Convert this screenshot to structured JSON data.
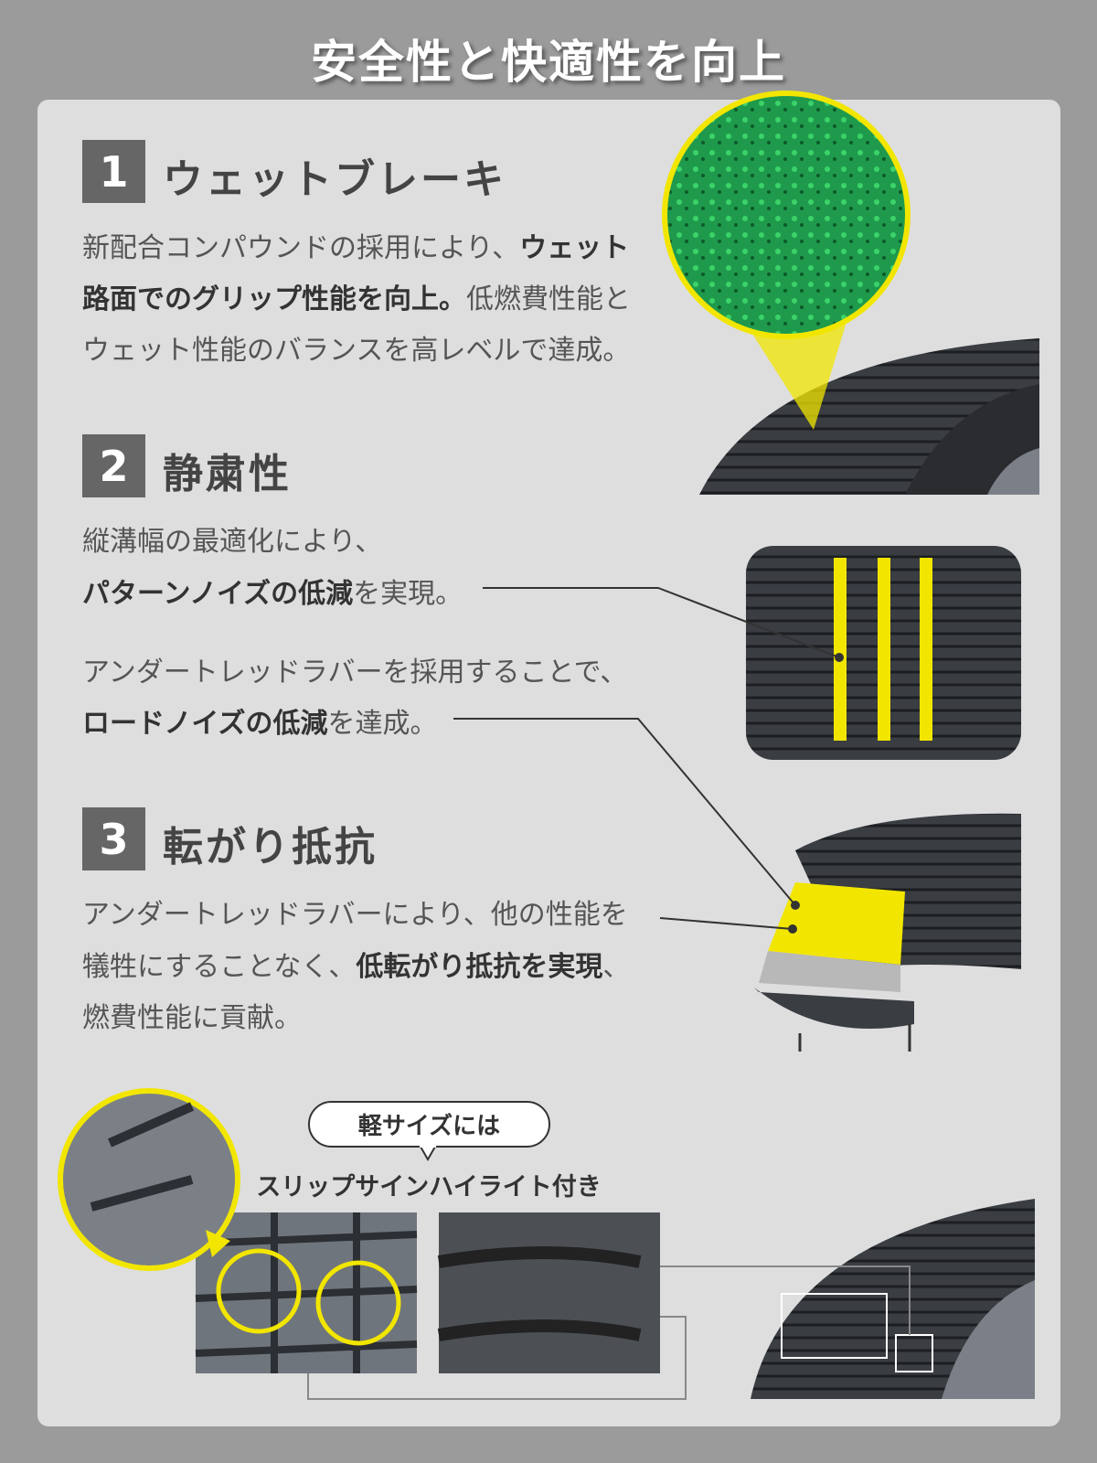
{
  "title": "安全性と快適性を向上",
  "sections": [
    {
      "number": "1",
      "heading": "ウェットブレーキ",
      "lines": [
        [
          "新配合コンパウンドの採用により、",
          "ウェット",
          ""
        ],
        [
          "",
          "路面でのグリップ性能を向上。",
          "低燃費性能と"
        ],
        [
          "ウェット性能のバランスを高レベルで達成。",
          "",
          ""
        ]
      ]
    },
    {
      "number": "2",
      "heading": "静粛性",
      "lines": [
        [
          "縦溝幅の最適化により、",
          "",
          ""
        ],
        [
          "",
          "パターンノイズの低減",
          "を実現。"
        ],
        [
          "アンダートレッドラバーを採用することで、",
          "",
          ""
        ],
        [
          "",
          "ロードノイズの低減",
          "を達成。"
        ]
      ]
    },
    {
      "number": "3",
      "heading": "転がり抵抗",
      "lines": [
        [
          "アンダートレッドラバーにより、他の性能を",
          "",
          ""
        ],
        [
          "犠牲にすることなく、",
          "低転がり抵抗を実現",
          "、"
        ],
        [
          "燃費性能に貢献。",
          "",
          ""
        ]
      ]
    }
  ],
  "slip_sign": {
    "bubble": "軽サイズには",
    "caption": "スリップサインハイライト付き"
  },
  "colors": {
    "accent": "#f2e600",
    "card": "#dedede",
    "background": "#9b9b9b"
  }
}
